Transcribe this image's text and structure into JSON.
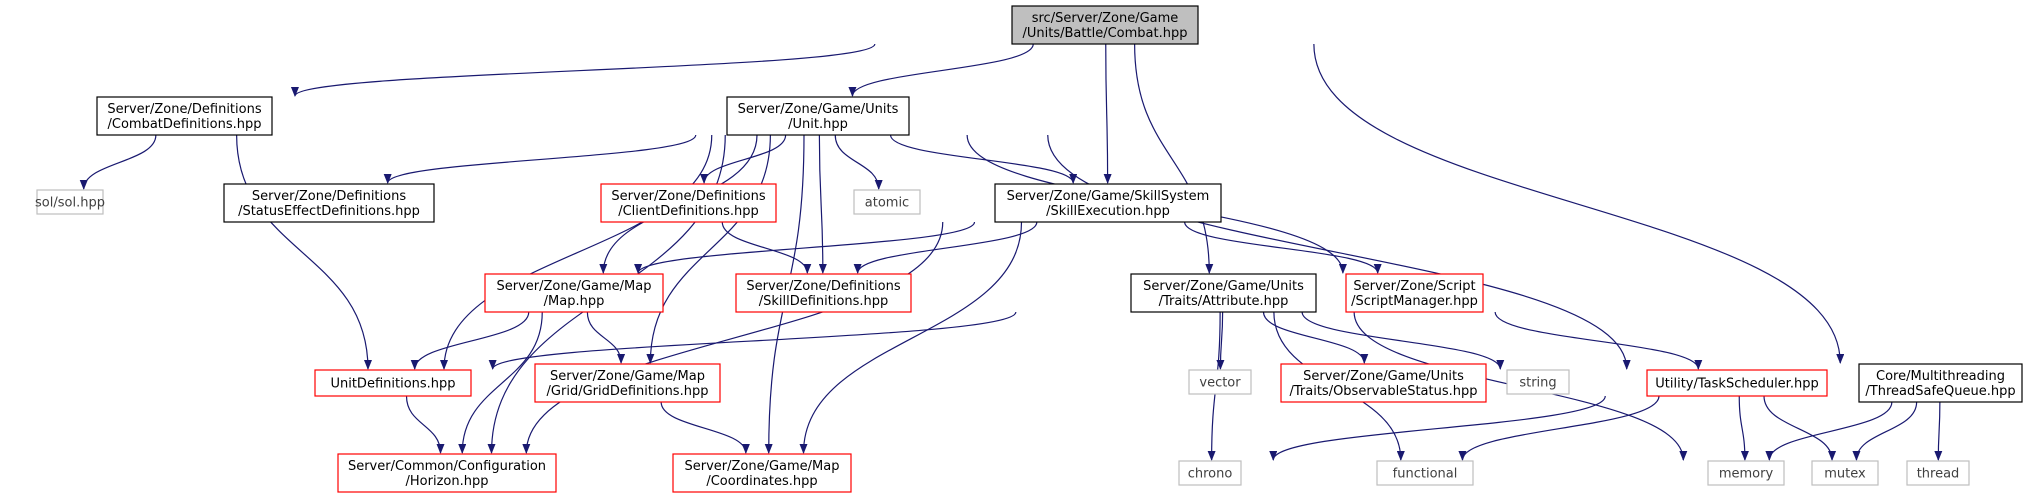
{
  "colors": {
    "root_fill": "#bfbfbf",
    "normal_border": "#000000",
    "truncated_border": "#ff0000",
    "external_border": "#bfbfbf",
    "edge": "#191970"
  },
  "nodes": [
    {
      "id": "combat",
      "kind": "root",
      "lines": [
        "src/Server/Zone/Game",
        "/Units/Battle/Combat.hpp"
      ]
    },
    {
      "id": "combatdefs",
      "kind": "normal",
      "lines": [
        "Server/Zone/Definitions",
        "/CombatDefinitions.hpp"
      ]
    },
    {
      "id": "unit",
      "kind": "normal",
      "lines": [
        "Server/Zone/Game/Units",
        "/Unit.hpp"
      ]
    },
    {
      "id": "sol",
      "kind": "external",
      "lines": [
        "sol/sol.hpp"
      ]
    },
    {
      "id": "statuseffect",
      "kind": "normal",
      "lines": [
        "Server/Zone/Definitions",
        "/StatusEffectDefinitions.hpp"
      ]
    },
    {
      "id": "clientdefs",
      "kind": "truncated",
      "lines": [
        "Server/Zone/Definitions",
        "/ClientDefinitions.hpp"
      ]
    },
    {
      "id": "atomic",
      "kind": "external",
      "lines": [
        "atomic"
      ]
    },
    {
      "id": "skillexec",
      "kind": "normal",
      "lines": [
        "Server/Zone/Game/SkillSystem",
        "/SkillExecution.hpp"
      ]
    },
    {
      "id": "map",
      "kind": "truncated",
      "lines": [
        "Server/Zone/Game/Map",
        "/Map.hpp"
      ]
    },
    {
      "id": "skilldefs",
      "kind": "truncated",
      "lines": [
        "Server/Zone/Definitions",
        "/SkillDefinitions.hpp"
      ]
    },
    {
      "id": "attribute",
      "kind": "normal",
      "lines": [
        "Server/Zone/Game/Units",
        "/Traits/Attribute.hpp"
      ]
    },
    {
      "id": "scriptmgr",
      "kind": "truncated",
      "lines": [
        "Server/Zone/Script",
        "/ScriptManager.hpp"
      ]
    },
    {
      "id": "unitdefs",
      "kind": "truncated",
      "lines": [
        "UnitDefinitions.hpp"
      ]
    },
    {
      "id": "griddefs",
      "kind": "truncated",
      "lines": [
        "Server/Zone/Game/Map",
        "/Grid/GridDefinitions.hpp"
      ]
    },
    {
      "id": "vector",
      "kind": "external",
      "lines": [
        "vector"
      ]
    },
    {
      "id": "observable",
      "kind": "truncated",
      "lines": [
        "Server/Zone/Game/Units",
        "/Traits/ObservableStatus.hpp"
      ]
    },
    {
      "id": "string",
      "kind": "external",
      "lines": [
        "string"
      ]
    },
    {
      "id": "taskscheduler",
      "kind": "truncated",
      "lines": [
        "Utility/TaskScheduler.hpp"
      ]
    },
    {
      "id": "threadsafe",
      "kind": "normal",
      "lines": [
        "Core/Multithreading",
        "/ThreadSafeQueue.hpp"
      ]
    },
    {
      "id": "horizon",
      "kind": "truncated",
      "lines": [
        "Server/Common/Configuration",
        "/Horizon.hpp"
      ]
    },
    {
      "id": "coordinates",
      "kind": "truncated",
      "lines": [
        "Server/Zone/Game/Map",
        "/Coordinates.hpp"
      ]
    },
    {
      "id": "chrono",
      "kind": "external",
      "lines": [
        "chrono"
      ]
    },
    {
      "id": "functional",
      "kind": "external",
      "lines": [
        "functional"
      ]
    },
    {
      "id": "memory",
      "kind": "external",
      "lines": [
        "memory"
      ]
    },
    {
      "id": "mutex",
      "kind": "external",
      "lines": [
        "mutex"
      ]
    },
    {
      "id": "thread",
      "kind": "external",
      "lines": [
        "thread"
      ]
    }
  ],
  "edges": [
    {
      "from": "combat",
      "to": "combatdefs"
    },
    {
      "from": "combat",
      "to": "unit"
    },
    {
      "from": "combat",
      "to": "skillexec"
    },
    {
      "from": "combat",
      "to": "attribute"
    },
    {
      "from": "combat",
      "to": "threadsafe"
    },
    {
      "from": "combatdefs",
      "to": "sol"
    },
    {
      "from": "combatdefs",
      "to": "unitdefs"
    },
    {
      "from": "unit",
      "to": "statuseffect"
    },
    {
      "from": "unit",
      "to": "clientdefs"
    },
    {
      "from": "unit",
      "to": "atomic"
    },
    {
      "from": "unit",
      "to": "skillexec"
    },
    {
      "from": "unit",
      "to": "map"
    },
    {
      "from": "unit",
      "to": "skilldefs"
    },
    {
      "from": "unit",
      "to": "scriptmgr"
    },
    {
      "from": "unit",
      "to": "unitdefs"
    },
    {
      "from": "unit",
      "to": "griddefs"
    },
    {
      "from": "unit",
      "to": "taskscheduler"
    },
    {
      "from": "unit",
      "to": "horizon"
    },
    {
      "from": "unit",
      "to": "coordinates"
    },
    {
      "from": "clientdefs",
      "to": "skilldefs"
    },
    {
      "from": "skillexec",
      "to": "map"
    },
    {
      "from": "skillexec",
      "to": "skilldefs"
    },
    {
      "from": "skillexec",
      "to": "scriptmgr"
    },
    {
      "from": "skillexec",
      "to": "horizon"
    },
    {
      "from": "skillexec",
      "to": "coordinates"
    },
    {
      "from": "map",
      "to": "unitdefs"
    },
    {
      "from": "map",
      "to": "griddefs"
    },
    {
      "from": "map",
      "to": "horizon"
    },
    {
      "from": "attribute",
      "to": "unitdefs"
    },
    {
      "from": "attribute",
      "to": "vector"
    },
    {
      "from": "attribute",
      "to": "observable"
    },
    {
      "from": "attribute",
      "to": "string"
    },
    {
      "from": "attribute",
      "to": "chrono"
    },
    {
      "from": "attribute",
      "to": "functional"
    },
    {
      "from": "attribute",
      "to": "memory"
    },
    {
      "from": "scriptmgr",
      "to": "taskscheduler"
    },
    {
      "from": "unitdefs",
      "to": "horizon"
    },
    {
      "from": "griddefs",
      "to": "coordinates"
    },
    {
      "from": "taskscheduler",
      "to": "chrono"
    },
    {
      "from": "taskscheduler",
      "to": "functional"
    },
    {
      "from": "taskscheduler",
      "to": "memory"
    },
    {
      "from": "taskscheduler",
      "to": "mutex"
    },
    {
      "from": "threadsafe",
      "to": "memory"
    },
    {
      "from": "threadsafe",
      "to": "mutex"
    },
    {
      "from": "threadsafe",
      "to": "thread"
    }
  ]
}
